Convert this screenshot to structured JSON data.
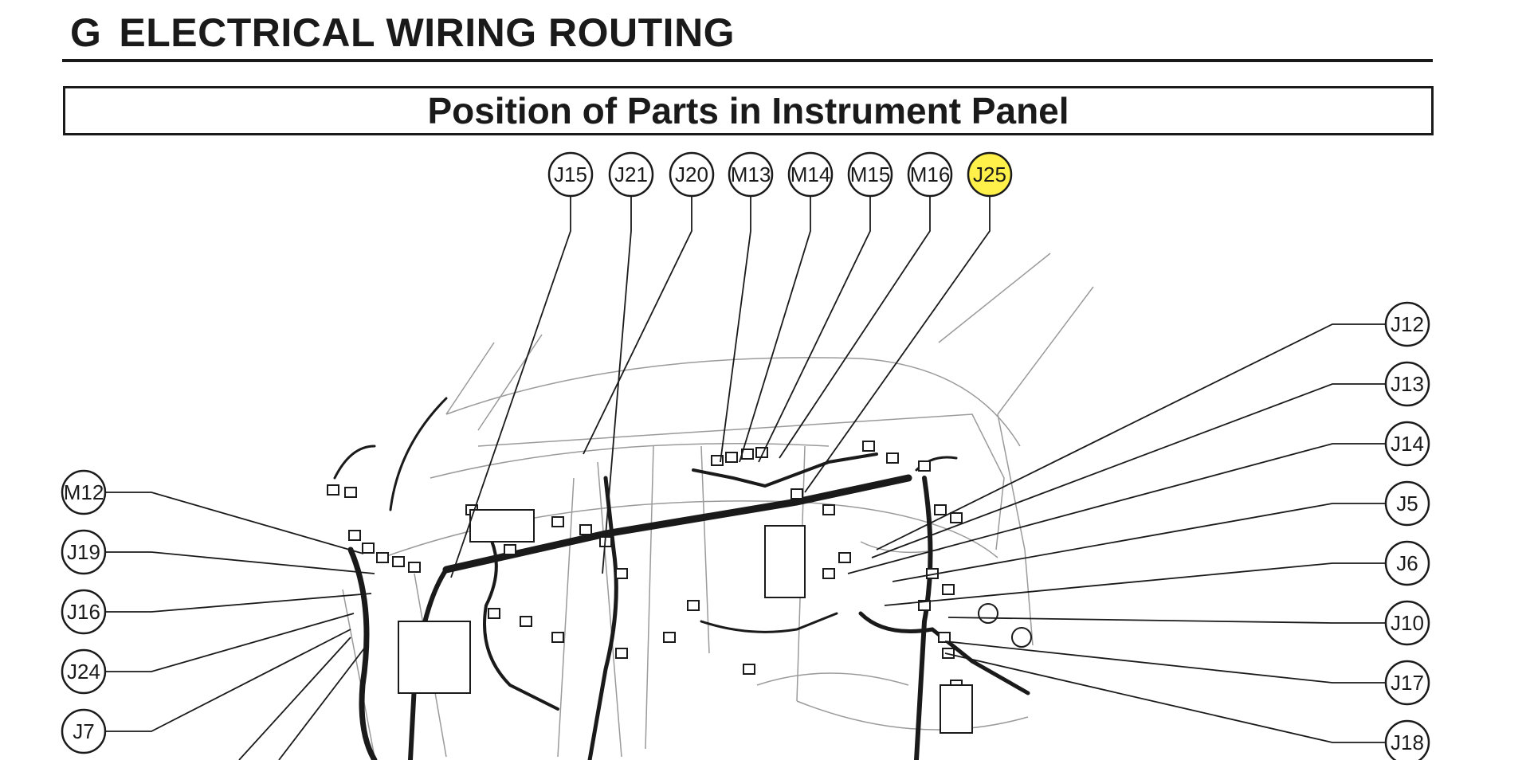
{
  "header": {
    "section_letter": "G",
    "section_title": "ELECTRICAL WIRING ROUTING"
  },
  "subtitle": "Position of Parts in Instrument Panel",
  "colors": {
    "ink": "#1a1a1a",
    "highlight": "#fff04a",
    "faint_line": "#9a9a9a"
  },
  "callouts": {
    "top": [
      {
        "label": "J15",
        "highlighted": false
      },
      {
        "label": "J21",
        "highlighted": false
      },
      {
        "label": "J20",
        "highlighted": false
      },
      {
        "label": "M13",
        "highlighted": false
      },
      {
        "label": "M14",
        "highlighted": false
      },
      {
        "label": "M15",
        "highlighted": false
      },
      {
        "label": "M16",
        "highlighted": false
      },
      {
        "label": "J25",
        "highlighted": true
      }
    ],
    "left": [
      {
        "label": "M12"
      },
      {
        "label": "J19"
      },
      {
        "label": "J16"
      },
      {
        "label": "J24"
      },
      {
        "label": "J7"
      }
    ],
    "right": [
      {
        "label": "J12"
      },
      {
        "label": "J13"
      },
      {
        "label": "J14"
      },
      {
        "label": "J5"
      },
      {
        "label": "J6"
      },
      {
        "label": "J10"
      },
      {
        "label": "J17"
      },
      {
        "label": "J18"
      }
    ]
  }
}
